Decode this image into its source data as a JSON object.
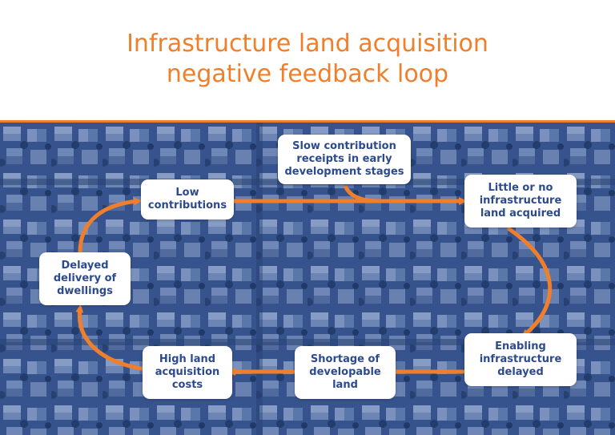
{
  "title": {
    "line1": "Infrastructure land acquisition",
    "line2": "negative feedback loop"
  },
  "colors": {
    "accent": "#f07f2b",
    "node_text": "#2c4a8c",
    "background_photo_tint": "#3f5c9a"
  },
  "nodes": {
    "slow_contribution": "Slow contribution\nreceipts in early\ndevelopment stages",
    "little_land": "Little or no\ninfrastructure\nland acquired",
    "enabling_delayed": "Enabling\ninfrastructure\ndelayed",
    "shortage_land": "Shortage of\ndevelopable\nland",
    "high_costs": "High land\nacquisition\ncosts",
    "delayed_delivery": "Delayed\ndelivery of\ndwellings",
    "low_contributions": "Low\ncontributions"
  }
}
